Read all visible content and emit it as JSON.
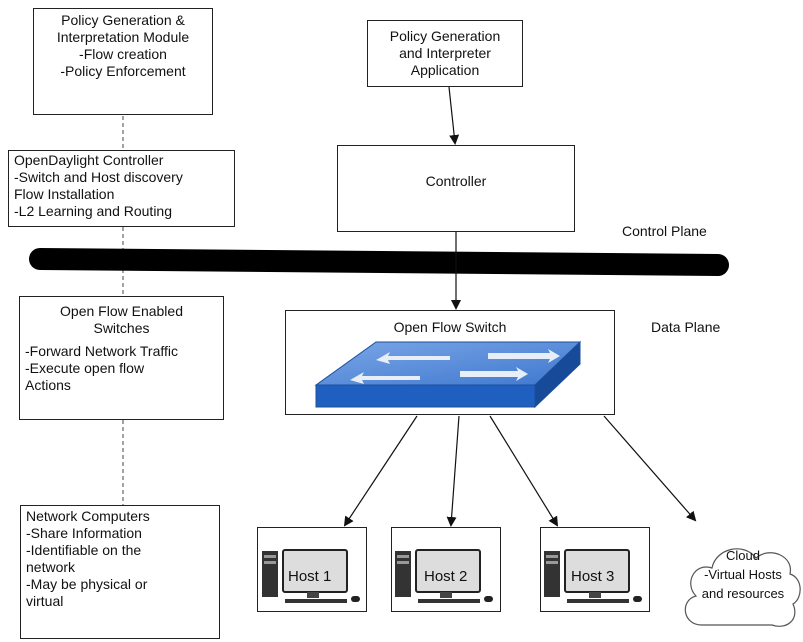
{
  "left_column": {
    "policy_module": [
      "Policy Generation &",
      "Interpretation Module",
      "-Flow creation",
      "-Policy Enforcement"
    ],
    "controller_desc": [
      "OpenDaylight Controller",
      "-Switch and Host discovery",
      "Flow Installation",
      "-L2 Learning and Routing"
    ],
    "switch_desc": [
      "Open Flow Enabled",
      "Switches",
      "-Forward Network Traffic",
      "-Execute open flow",
      "Actions"
    ],
    "computers_desc": [
      "Network Computers",
      "-Share Information",
      "-Identifiable on the",
      "network",
      "-May be physical or",
      "virtual"
    ]
  },
  "right_column": {
    "app": [
      "Policy Generation",
      "and Interpreter",
      "Application"
    ],
    "controller": "Controller",
    "switch": "Open Flow Switch",
    "hosts": [
      "Host 1",
      "Host 2",
      "Host 3"
    ],
    "cloud": [
      "Cloud",
      "-Virtual Hosts",
      "and resources"
    ]
  },
  "planes": {
    "control": "Control Plane",
    "data": "Data Plane"
  },
  "colors": {
    "switch_top": "#5b8fd6",
    "switch_side": "#1f5fbf",
    "plane_bar": "#000000"
  }
}
